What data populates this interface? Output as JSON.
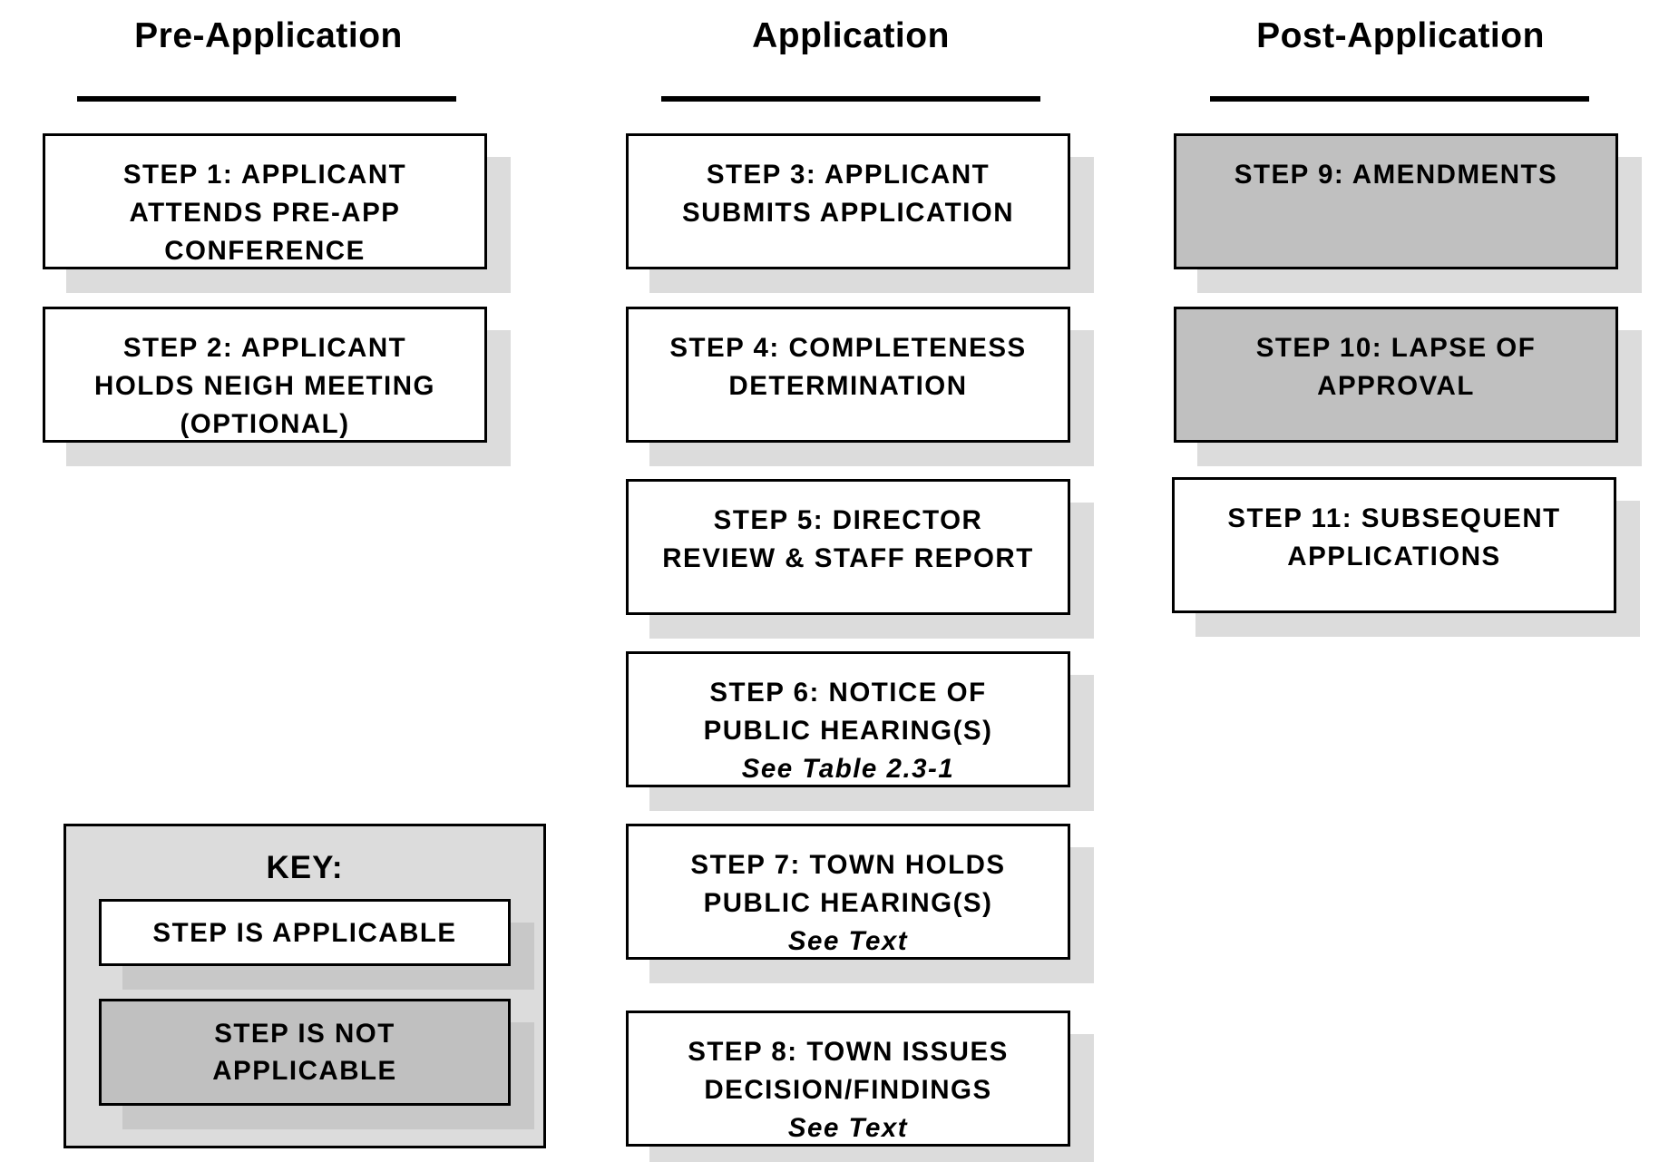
{
  "columns": [
    {
      "title": "Pre-Application"
    },
    {
      "title": "Application"
    },
    {
      "title": "Post-Application"
    }
  ],
  "steps": [
    {
      "lines": [
        "STEP 1:  APPLICANT",
        "ATTENDS PRE-APP",
        "CONFERENCE"
      ],
      "applicable": true
    },
    {
      "lines": [
        "STEP 2:  APPLICANT",
        "HOLDS NEIGH MEETING",
        "(OPTIONAL)"
      ],
      "applicable": true
    },
    {
      "lines": [
        "STEP 3:  APPLICANT",
        "SUBMITS APPLICATION"
      ],
      "applicable": true
    },
    {
      "lines": [
        "STEP 4:  COMPLETENESS",
        "DETERMINATION"
      ],
      "applicable": true
    },
    {
      "lines": [
        "STEP 5:  DIRECTOR",
        "REVIEW & STAFF REPORT"
      ],
      "applicable": true
    },
    {
      "lines": [
        "STEP 6:  NOTICE OF",
        "PUBLIC HEARING(S)"
      ],
      "note": "See Table 2.3-1",
      "applicable": true
    },
    {
      "lines": [
        "STEP 7:  TOWN HOLDS",
        "PUBLIC HEARING(S)"
      ],
      "note": "See Text",
      "applicable": true
    },
    {
      "lines": [
        "STEP 8:  TOWN ISSUES",
        "DECISION/FINDINGS"
      ],
      "note": "See Text",
      "applicable": true
    },
    {
      "lines": [
        "STEP 9: AMENDMENTS"
      ],
      "applicable": false
    },
    {
      "lines": [
        "STEP 10:  LAPSE OF",
        "APPROVAL"
      ],
      "applicable": false
    },
    {
      "lines": [
        "STEP 11:  SUBSEQUENT",
        "APPLICATIONS"
      ],
      "applicable": true
    }
  ],
  "key": {
    "title": "KEY:",
    "applicable_label": "STEP IS APPLICABLE",
    "not_applicable_lines": [
      "STEP IS NOT",
      "APPLICABLE"
    ]
  },
  "colors": {
    "applicable_fill": "#ffffff",
    "not_applicable_fill": "#c0c0c0",
    "shadow": "#dcdcdc",
    "key_background": "#dcdcdc"
  }
}
